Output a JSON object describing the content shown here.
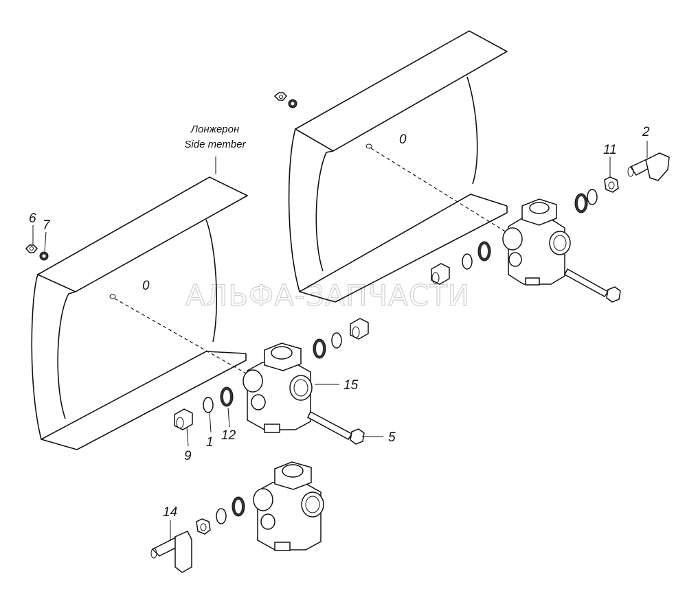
{
  "diagram": {
    "watermark": "АЛЬФА-ЗАПЧАСТИ",
    "side_member_label": {
      "ru": "Лонжерон",
      "en": "Side member"
    },
    "frame_hole_marks": [
      "0",
      "0"
    ],
    "callouts": [
      "1",
      "2",
      "5",
      "6",
      "7",
      "9",
      "11",
      "12",
      "14",
      "15"
    ]
  }
}
